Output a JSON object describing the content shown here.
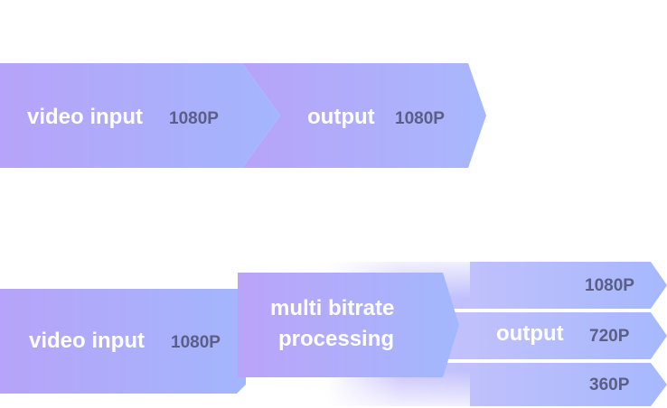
{
  "top_flow": {
    "input": {
      "label": "video input",
      "resolution": "1080P"
    },
    "output": {
      "label": "output",
      "resolution": "1080P"
    }
  },
  "bottom_flow": {
    "input": {
      "label": "video input",
      "resolution": "1080P"
    },
    "processing": {
      "line1": "multi bitrate",
      "line2": "processing"
    },
    "output": {
      "label": "output",
      "resolutions": [
        "1080P",
        "720P",
        "360P"
      ]
    }
  },
  "colors": {
    "violet": "#b9a3f9",
    "blue": "#a3b5fd",
    "text": "#ffffff",
    "resolution_text": "#5b5f86"
  }
}
